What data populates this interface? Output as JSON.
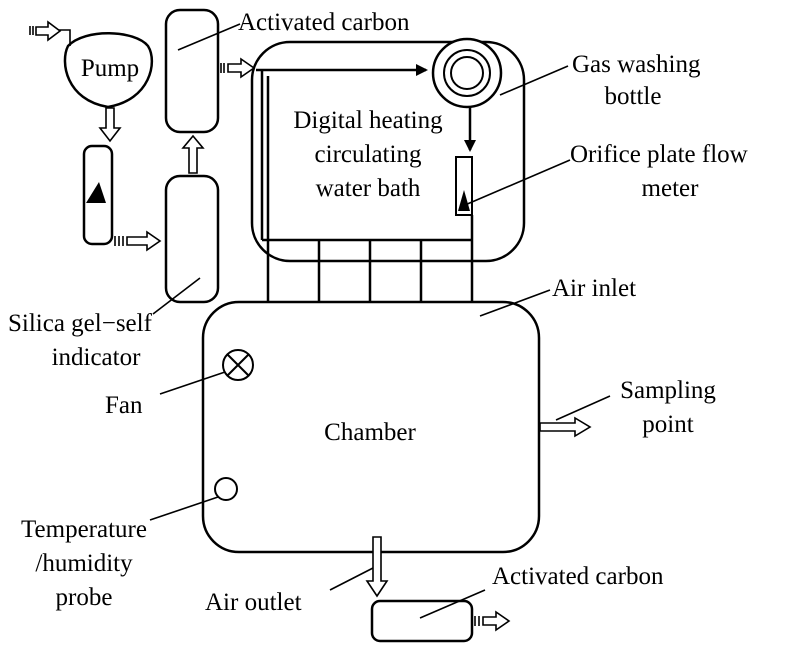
{
  "labels": {
    "pump": "Pump",
    "activated_carbon_top": "Activated carbon",
    "gas_washing_line1": "Gas washing",
    "gas_washing_line2": "bottle",
    "water_bath_line1": "Digital heating",
    "water_bath_line2": "circulating",
    "water_bath_line3": "water bath",
    "orifice_line1": "Orifice plate flow",
    "orifice_line2": "meter",
    "air_inlet": "Air inlet",
    "silica_line1": "Silica gel−self",
    "silica_line2": "indicator",
    "fan": "Fan",
    "chamber": "Chamber",
    "sampling_line1": "Sampling",
    "sampling_line2": "point",
    "temp_line1": "Temperature",
    "temp_line2": "/humidity",
    "temp_line3": "probe",
    "air_outlet": "Air outlet",
    "activated_carbon_bottom": "Activated carbon"
  }
}
